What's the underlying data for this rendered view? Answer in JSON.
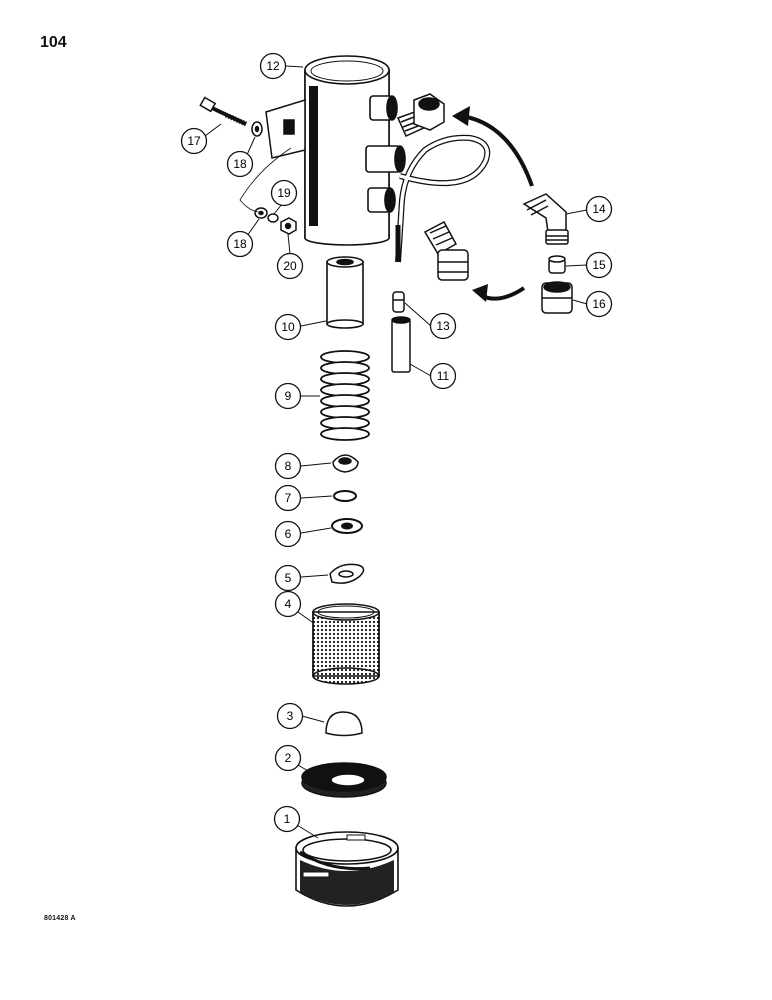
{
  "page_number": "104",
  "figure_code": "801428 A",
  "callouts": [
    {
      "id": "c1",
      "label": "1"
    },
    {
      "id": "c2",
      "label": "2"
    },
    {
      "id": "c3",
      "label": "3"
    },
    {
      "id": "c4",
      "label": "4"
    },
    {
      "id": "c5",
      "label": "5"
    },
    {
      "id": "c6",
      "label": "6"
    },
    {
      "id": "c7",
      "label": "7"
    },
    {
      "id": "c8",
      "label": "8"
    },
    {
      "id": "c9",
      "label": "9"
    },
    {
      "id": "c10",
      "label": "10"
    },
    {
      "id": "c11",
      "label": "11"
    },
    {
      "id": "c12",
      "label": "12"
    },
    {
      "id": "c13",
      "label": "13"
    },
    {
      "id": "c14",
      "label": "14"
    },
    {
      "id": "c15",
      "label": "15"
    },
    {
      "id": "c16",
      "label": "16"
    },
    {
      "id": "c17",
      "label": "17"
    },
    {
      "id": "c18a",
      "label": "18"
    },
    {
      "id": "c18b",
      "label": "18"
    },
    {
      "id": "c19",
      "label": "19"
    },
    {
      "id": "c20",
      "label": "20"
    }
  ]
}
